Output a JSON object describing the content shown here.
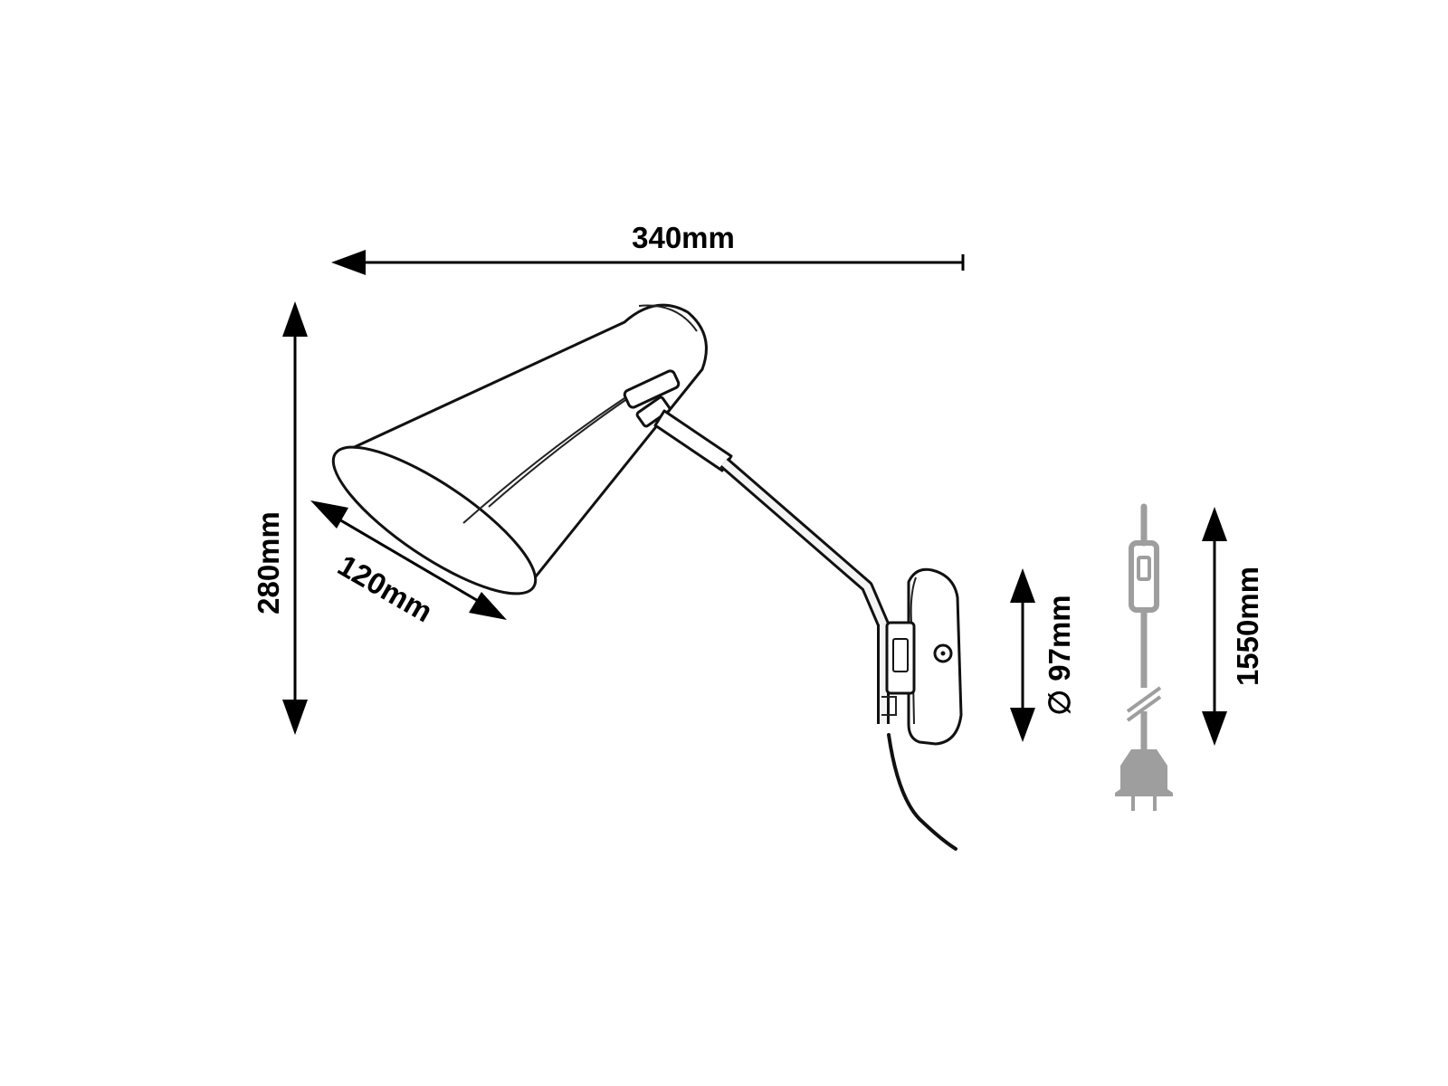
{
  "dimensions": {
    "width": "340mm",
    "height": "280mm",
    "shade_diameter": "120mm",
    "base_diameter": "∅ 97mm",
    "cable_length": "1550mm"
  },
  "colors": {
    "line": "#000000",
    "plug": "#9e9e9e"
  },
  "icons": {
    "switch": "inline-switch-icon",
    "plug": "plug-icon",
    "cable_break": "cable-break-icon"
  }
}
